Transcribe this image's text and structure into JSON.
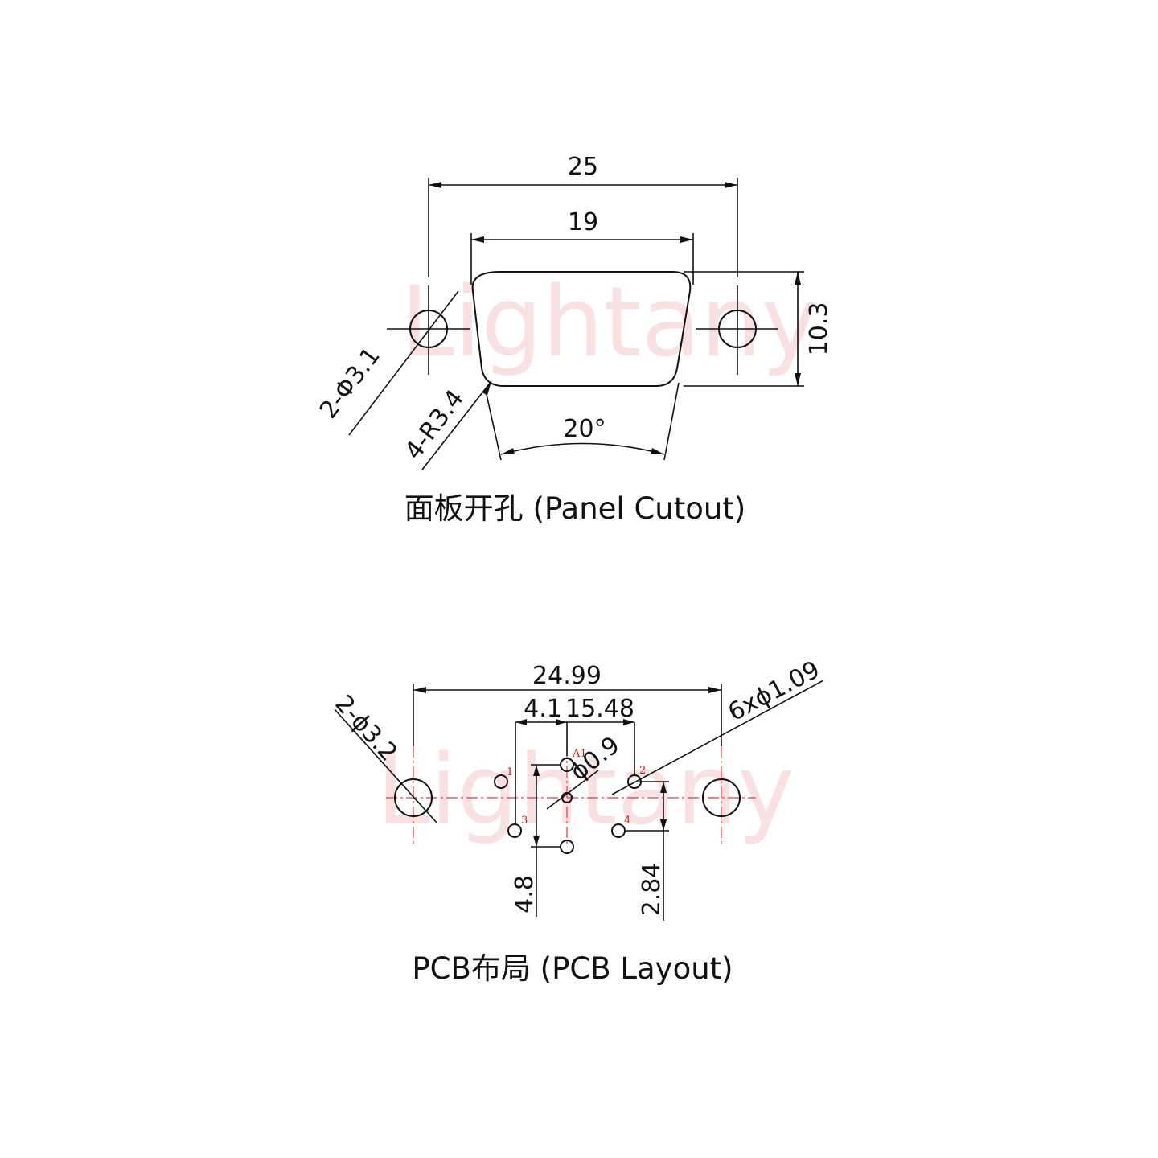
{
  "watermark": "Lightany",
  "panel": {
    "caption": "面板开孔 (Panel Cutout)",
    "dims": {
      "overall_width": "25",
      "opening_width": "19",
      "height": "10.3",
      "hole_diameter": "2-Φ3.1",
      "corner_radius": "4-R3.4",
      "angle": "20°"
    }
  },
  "pcb": {
    "caption": "PCB布局 (PCB Layout)",
    "dims": {
      "overall_width": "24.99",
      "pitch_a": "4.1",
      "pitch_b": "15.48",
      "mount_hole": "2-ϕ3.2",
      "pin_holes": "6xϕ1.09",
      "center_hole": "ϕ0.9",
      "vertical_a": "4.8",
      "vertical_b": "2.84"
    },
    "pin_labels": {
      "a1": "A1",
      "p1": "1",
      "p2": "2",
      "p3": "3",
      "p4": "4"
    }
  }
}
